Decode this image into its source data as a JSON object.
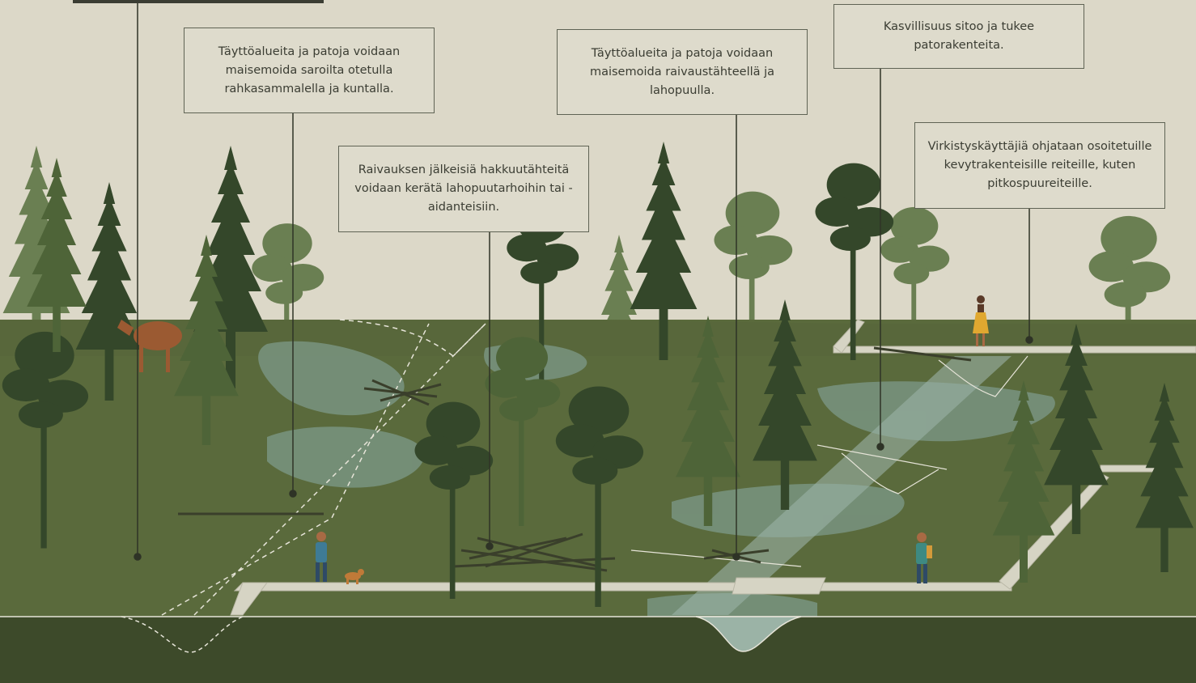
{
  "callouts": {
    "c1": "Täyttöalueita ja patoja voidaan maisemoida saroilta otetulla rahkasammalella ja kuntalla.",
    "c2": "Raivauksen jälkeisiä hakkuutähteitä voidaan kerätä lahopuutarhoihin tai -aidanteisiin.",
    "c3": "Täyttöalueita ja patoja voidaan maisemoida raivaustähteellä ja lahopuulla.",
    "c4": "Kasvillisuus sitoo ja tukee patorakenteita.",
    "c5": "Virkistyskäyttäjiä ohjataan osoitetuille kevytrakenteisille reiteille, kuten pitkospuureiteille."
  },
  "colors": {
    "sky": "#dcd8c8",
    "meadow": "#5a6a3c",
    "ground": "#3d4a2a",
    "water": "#7d9a8a",
    "tree_dark": "#34472a",
    "tree_mid": "#4e6438",
    "tree_light": "#6a7f52",
    "boardwalk": "#d6d4c4",
    "leader": "#2e3326"
  }
}
